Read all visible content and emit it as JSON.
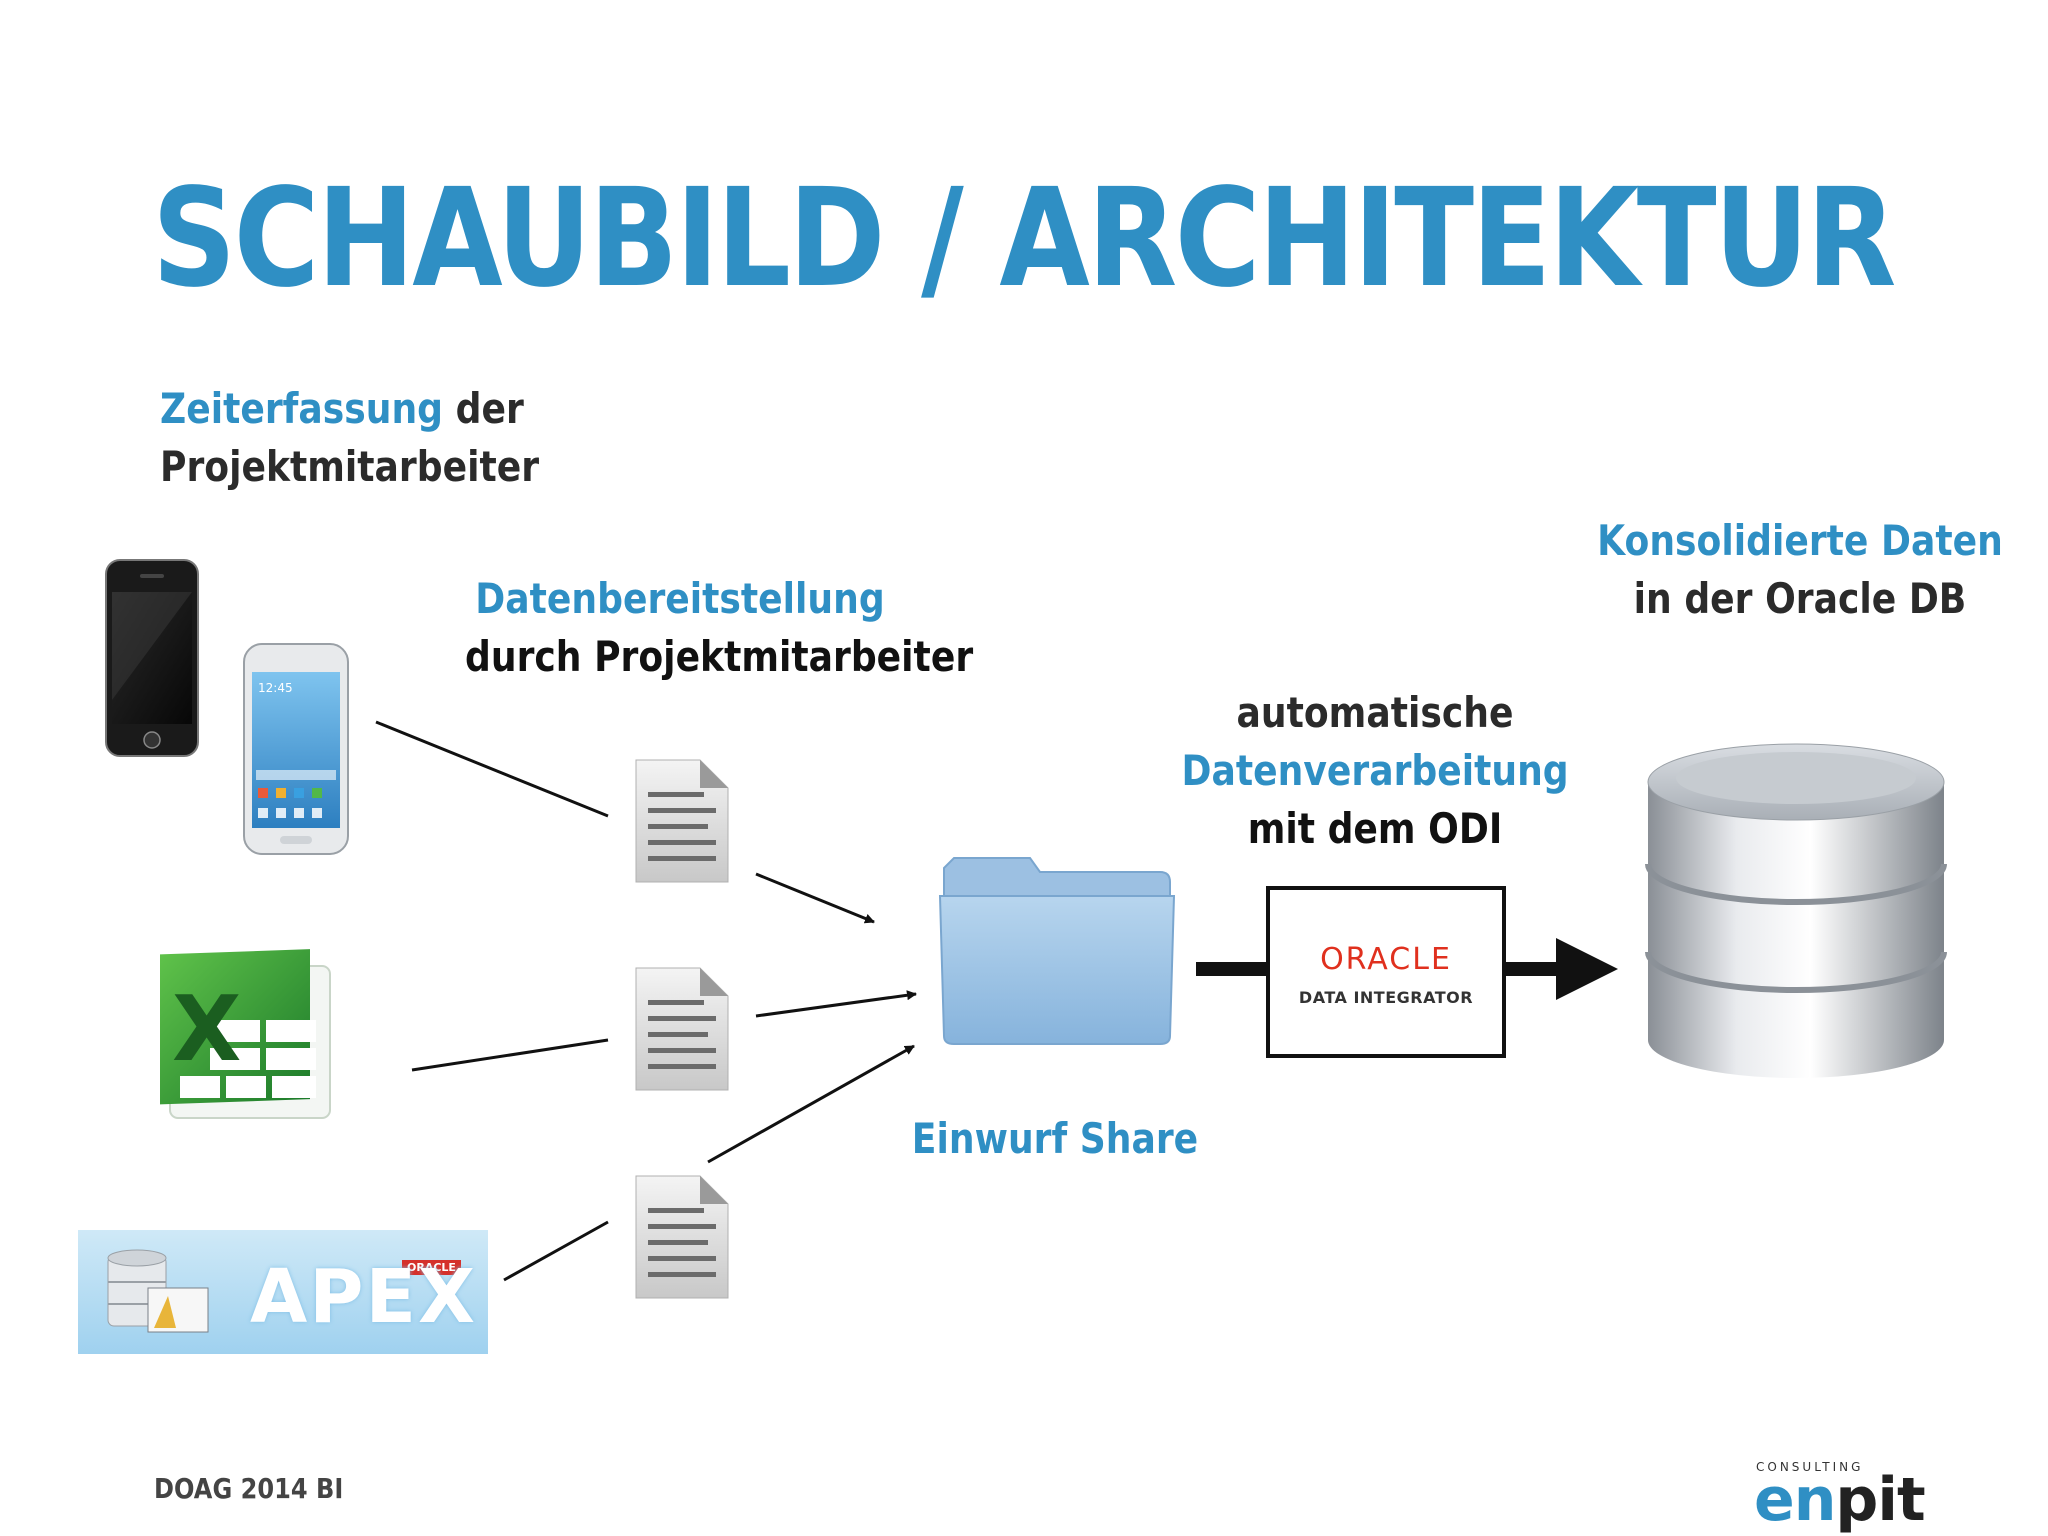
{
  "title": "SCHAUBILD / ARCHITEKTUR",
  "sources_label": {
    "highlight": "Zeiterfassung",
    "rest_line1": " der",
    "line2": "Projektmitarbeiter"
  },
  "provision_label": {
    "line1": "Datenbereitstellung",
    "line2": "durch Projektmitarbeiter"
  },
  "share_label": "Einwurf Share",
  "processing_label": {
    "line1": "automatische",
    "line2": "Datenverarbeitung",
    "line3": "mit dem ODI"
  },
  "target_label": {
    "line1": "Konsolidierte Daten",
    "line2": "in der Oracle DB"
  },
  "odi": {
    "brand": "ORACLE",
    "product": "DATA INTEGRATOR"
  },
  "apex": {
    "brand": "ORACLE",
    "name": "APEX"
  },
  "footer": "DOAG 2014 BI",
  "logo": {
    "tagline": "CONSULTING",
    "en": "en",
    "pit": "pit"
  },
  "colors": {
    "accent": "#2f8fc4",
    "text": "#2b2b2b",
    "oracle_red": "#e0301e"
  },
  "icons": [
    "smartphone-iphone-icon",
    "smartphone-samsung-icon",
    "excel-icon",
    "apex-logo",
    "document-icon",
    "folder-icon",
    "database-icon"
  ]
}
